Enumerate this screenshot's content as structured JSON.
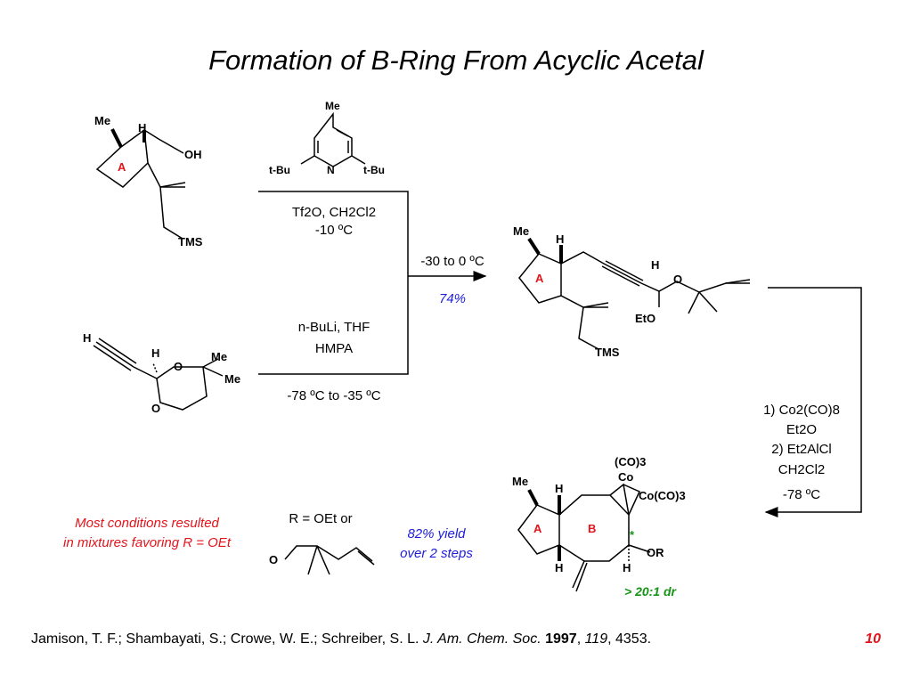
{
  "title": "Formation of B-Ring From Acyclic Acetal",
  "molecules": {
    "aldehyde_alcohol": {
      "me": "Me",
      "h": "H",
      "oh": "OH",
      "ring": "A",
      "tms": "TMS"
    },
    "pyridine": {
      "me": "Me",
      "tbu_left": "t-Bu",
      "n": "N",
      "tbu_right": "t-Bu"
    },
    "alkyne_acetal": {
      "h_alkyne": "H",
      "h": "H",
      "o1": "O",
      "me1": "Me",
      "me2": "Me",
      "o2": "O"
    },
    "product1": {
      "me": "Me",
      "h1": "H",
      "ring": "A",
      "h2": "H",
      "o": "O",
      "eto": "EtO",
      "tms": "TMS"
    },
    "product2": {
      "co3": "(CO)3",
      "co": "Co",
      "coco3": "Co(CO)3",
      "me": "Me",
      "h_top": "H",
      "ring_a": "A",
      "ring_b": "B",
      "star": "*",
      "or": "OR",
      "h_bottom_left": "H",
      "h_bottom_right": "H"
    }
  },
  "conditions": {
    "step1_line1": "Tf2O, CH2Cl2",
    "step1_line2": "-10 ºC",
    "step2_line1": "n-BuLi, THF",
    "step2_line2": "HMPA",
    "step2_line3": "-78 ºC to -35 ºC",
    "merge_temp": "-30 to 0 ºC",
    "merge_yield": "74%",
    "right_1": "1) Co2(CO)8",
    "right_2": "Et2O",
    "right_3": "2) Et2AlCl",
    "right_4": "CH2Cl2",
    "right_5": "-78 ºC"
  },
  "notes": {
    "r_def": "R = OEt or",
    "r_o": "O",
    "red_note_1": "Most conditions resulted",
    "red_note_2": "in mixtures favoring R = OEt",
    "yield_1": "82% yield",
    "yield_2": "over 2 steps",
    "dr": "> 20:1 dr"
  },
  "reference": {
    "authors": "Jamison, T. F.; Shambayati, S.; Crowe, W. E.; Schreiber, S. L. ",
    "journal": "J. Am. Chem. Soc.",
    "year": "1997",
    "volume": "119",
    "pages": ", 4353.",
    "page_number": "10"
  },
  "colors": {
    "red": "#e3141b",
    "blue": "#1c1cd9",
    "green": "#169416",
    "black": "#000000"
  }
}
